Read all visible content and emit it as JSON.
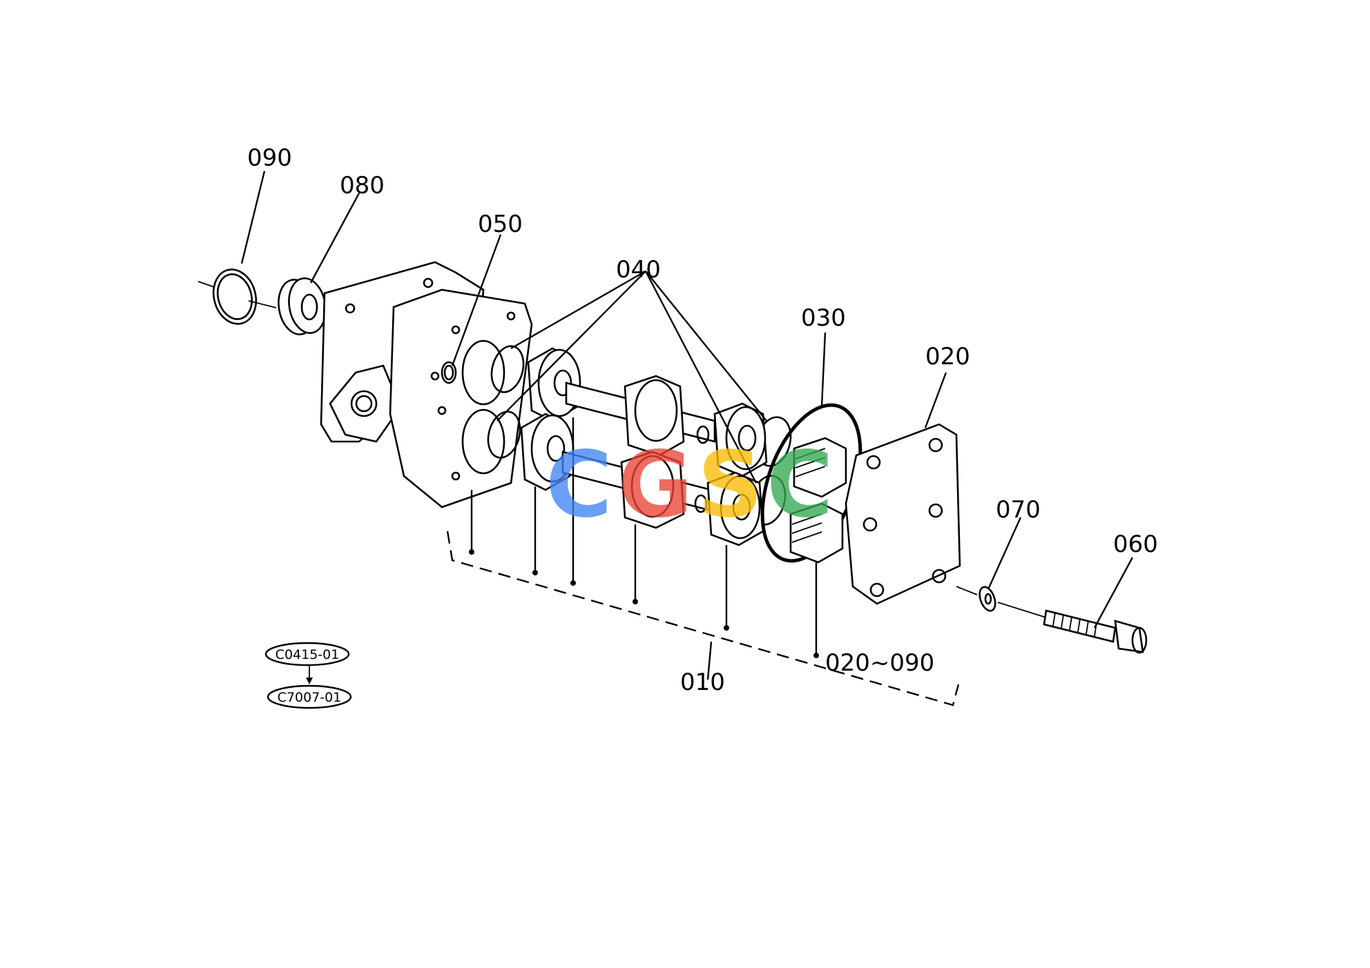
{
  "callouts": {
    "p090": "090",
    "p080": "080",
    "p050": "050",
    "p040": "040",
    "p030": "030",
    "p020": "020",
    "p070": "070",
    "p060": "060",
    "p010": "010",
    "range": "020~090"
  },
  "references": {
    "ref_top": "C0415-01",
    "ref_bottom": "C7007-01"
  },
  "watermark": {
    "letters": [
      "C",
      "G",
      "S",
      "C"
    ],
    "colors": [
      "#4285F4",
      "#EA4335",
      "#FBBC05",
      "#34A853"
    ]
  },
  "icons": {
    "ref_arrow": "arrow-down-icon"
  }
}
